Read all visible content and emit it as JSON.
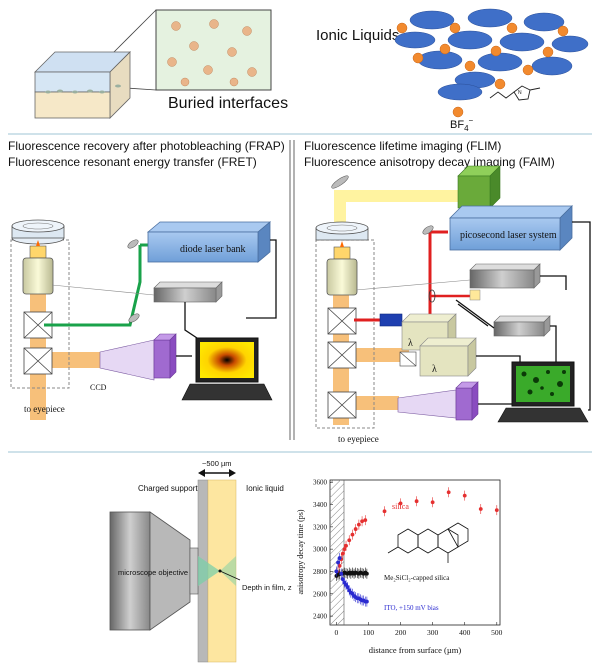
{
  "top": {
    "buried_label": "Buried interfaces",
    "ionic_label": "Ionic Liquids",
    "anion_label": "BF",
    "anion_sub": "4",
    "anion_sup": "−"
  },
  "left_section": {
    "title_1": "Fluorescence recovery after photobleaching (FRAP)",
    "title_2": "Fluorescence resonant energy transfer (FRET)",
    "laser_label": "diode laser bank",
    "ccd_label": "CCD",
    "eyepiece_label": "to eyepiece"
  },
  "right_section": {
    "title_1": "Fluorescence lifetime imaging (FLIM)",
    "title_2": "Fluorescence anisotropy decay imaging (FAIM)",
    "laser_label": "picosecond laser system",
    "lambda_1": "λ",
    "lambda_2": "λ",
    "eyepiece_label": "to eyepiece"
  },
  "bottom_diagram": {
    "thickness_label": "~500 µm",
    "charged_support_label": "Charged support",
    "ionic_liquid_label": "Ionic liquid",
    "objective_label": "microscope objective",
    "depth_label": "Depth in film, z"
  },
  "chart_data": {
    "type": "scatter",
    "xlabel": "distance from surface  (µm)",
    "ylabel": "anisotropy decay time  (ps)",
    "xlim": [
      -20,
      510
    ],
    "ylim": [
      2320,
      3620
    ],
    "xticks": [
      0,
      100,
      200,
      300,
      400,
      500
    ],
    "yticks": [
      2400,
      2600,
      2800,
      3000,
      3200,
      3400,
      3600
    ],
    "series": [
      {
        "name": "silica",
        "color": "#e53030",
        "points": [
          [
            5,
            2790
          ],
          [
            10,
            2850
          ],
          [
            15,
            2910
          ],
          [
            20,
            2960
          ],
          [
            25,
            3000
          ],
          [
            30,
            3030
          ],
          [
            40,
            3080
          ],
          [
            50,
            3130
          ],
          [
            60,
            3180
          ],
          [
            70,
            3220
          ],
          [
            80,
            3250
          ],
          [
            90,
            3260
          ],
          [
            150,
            3340
          ],
          [
            200,
            3410
          ],
          [
            250,
            3430
          ],
          [
            300,
            3420
          ],
          [
            350,
            3510
          ],
          [
            400,
            3480
          ],
          [
            450,
            3360
          ],
          [
            500,
            3350
          ]
        ]
      },
      {
        "name": "Me₂SiCl₂-capped silica",
        "color": "#111111",
        "points": [
          [
            0,
            2760
          ],
          [
            5,
            2770
          ],
          [
            10,
            2775
          ],
          [
            15,
            2780
          ],
          [
            20,
            2780
          ],
          [
            25,
            2790
          ],
          [
            30,
            2785
          ],
          [
            35,
            2780
          ],
          [
            40,
            2790
          ],
          [
            45,
            2780
          ],
          [
            50,
            2790
          ],
          [
            55,
            2780
          ],
          [
            60,
            2790
          ],
          [
            65,
            2785
          ],
          [
            70,
            2780
          ],
          [
            75,
            2790
          ],
          [
            80,
            2785
          ],
          [
            85,
            2780
          ],
          [
            90,
            2790
          ],
          [
            95,
            2780
          ]
        ]
      },
      {
        "name": "ITO, +150 mV bias",
        "color": "#2a2ad0",
        "points": [
          [
            0,
            2800
          ],
          [
            5,
            2880
          ],
          [
            10,
            2920
          ],
          [
            15,
            2780
          ],
          [
            20,
            2730
          ],
          [
            25,
            2700
          ],
          [
            30,
            2680
          ],
          [
            35,
            2660
          ],
          [
            40,
            2630
          ],
          [
            45,
            2610
          ],
          [
            50,
            2600
          ],
          [
            55,
            2580
          ],
          [
            60,
            2570
          ],
          [
            65,
            2560
          ],
          [
            70,
            2560
          ],
          [
            75,
            2550
          ],
          [
            80,
            2540
          ],
          [
            85,
            2540
          ],
          [
            90,
            2530
          ],
          [
            95,
            2530
          ]
        ]
      }
    ]
  }
}
